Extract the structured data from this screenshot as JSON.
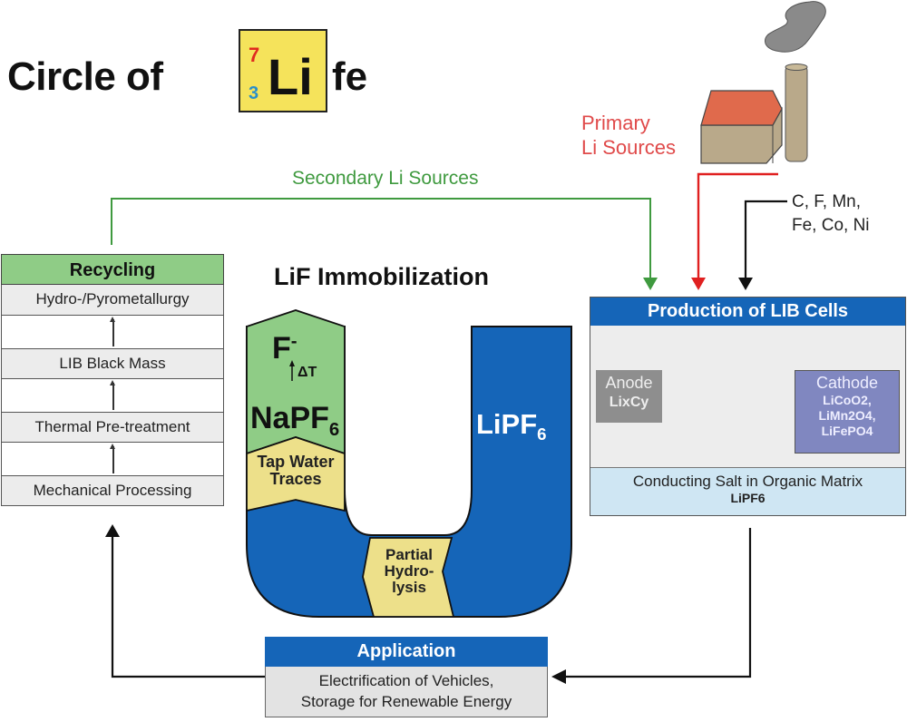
{
  "title": {
    "prefix": "Circle of",
    "element": {
      "mass_number": "7",
      "atomic_number": "3",
      "symbol": "Li"
    },
    "suffix": "fe"
  },
  "sources": {
    "primary": [
      "Primary",
      "Li Sources"
    ],
    "secondary": "Secondary Li Sources",
    "elements": [
      "C, F, Mn,",
      "Fe, Co, Ni"
    ]
  },
  "recycling": {
    "header": "Recycling",
    "steps": [
      "Hydro-/Pyrometallurgy",
      "LIB Black Mass",
      "Thermal Pre-treatment",
      "Mechanical Processing"
    ]
  },
  "lif": {
    "title": "LiF Immobilization",
    "f_ion": "F",
    "f_charge": "-",
    "delta_t": "ΔT",
    "napf_base": "NaPF",
    "napf_sub": "6",
    "tap_water": [
      "Tap Water",
      "Traces"
    ],
    "partial_hydrolysis": [
      "Partial",
      "Hydro-",
      "lysis"
    ],
    "lipf_base": "LiPF",
    "lipf_sub": "6"
  },
  "production": {
    "header": "Production of LIB Cells",
    "anode": {
      "label": "Anode",
      "formula": "LixCy"
    },
    "cathode": {
      "label": "Cathode",
      "formulas": [
        "LiCoO2,",
        "LiMn2O4,",
        "LiFePO4"
      ]
    },
    "salt_label": "Conducting Salt in Organic Matrix",
    "salt_formula": "LiPF6"
  },
  "application": {
    "header": "Application",
    "lines": [
      "Electrification of Vehicles,",
      "Storage for Renewable Energy"
    ]
  },
  "colors": {
    "green_arrow": "#3f9a3f",
    "red_arrow": "#e02020",
    "blue_header": "#1565b8",
    "u_blue": "#1565b8",
    "green_fill": "#8fcc86",
    "yellow_fill": "#ede08a"
  }
}
